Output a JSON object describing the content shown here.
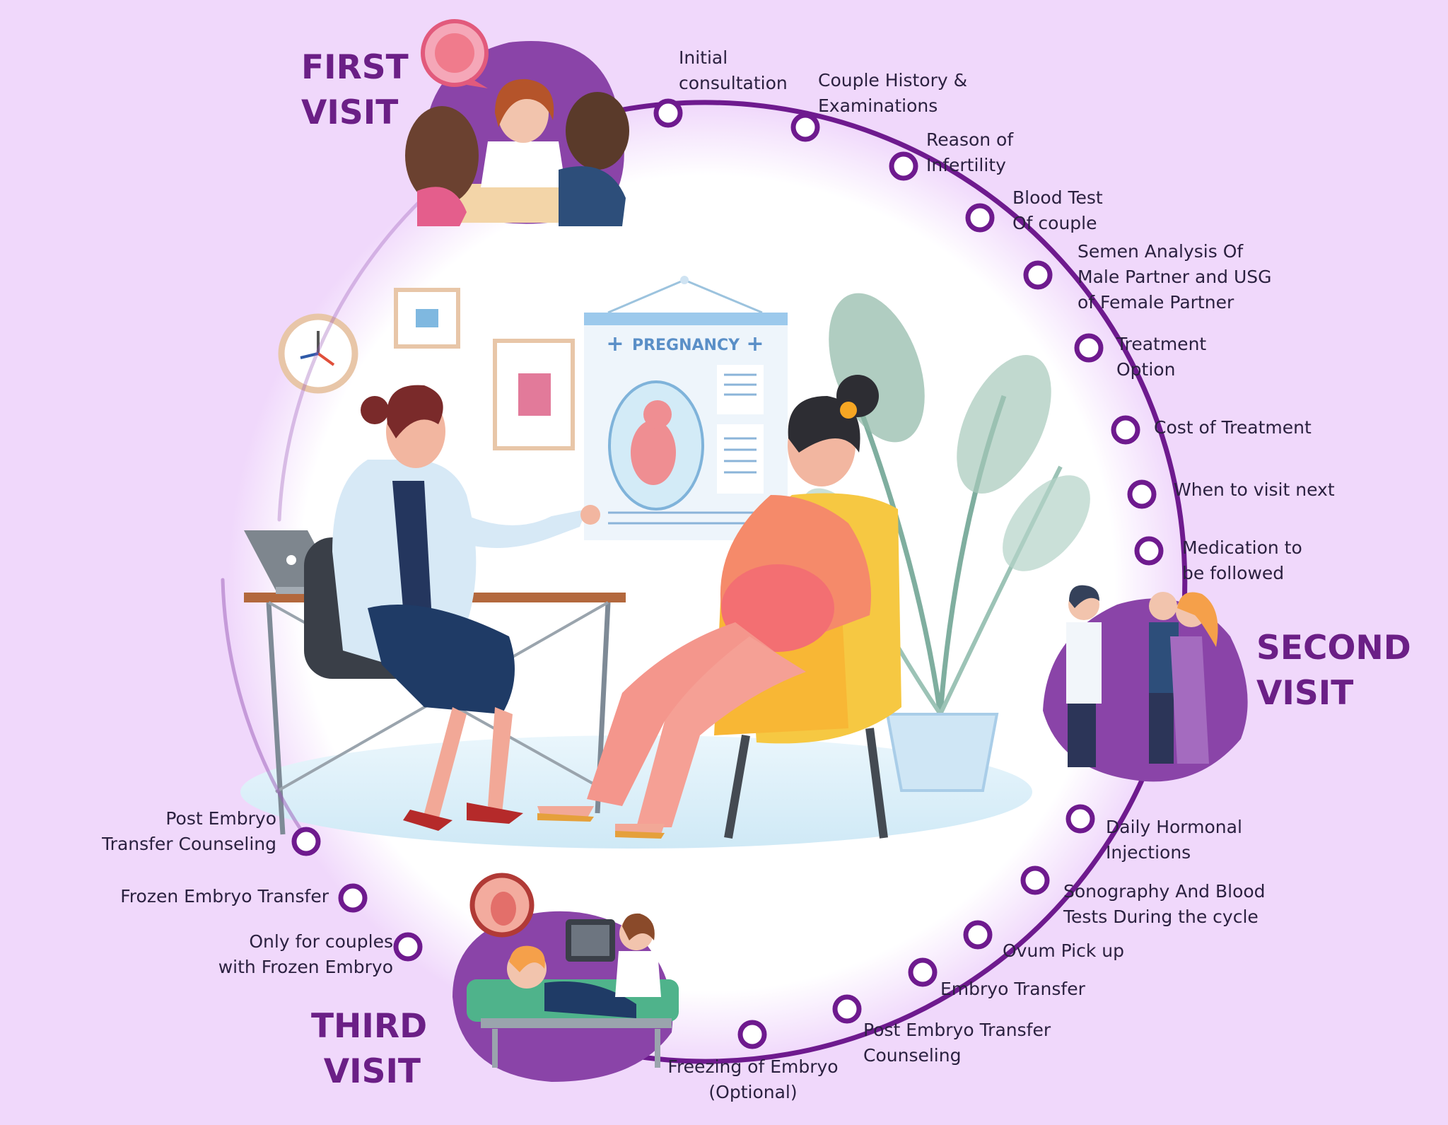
{
  "colors": {
    "background": "#f0d8fb",
    "ring": "#6e1a8e",
    "node_fill": "#ffffff",
    "visit_blob": "#8a44a8",
    "visit_title": "#6b1f86",
    "label_text": "#2b2140"
  },
  "visits": [
    {
      "id": "first",
      "title": "FIRST\nVISIT",
      "icon": "doctor-consultation-couple-icon"
    },
    {
      "id": "second",
      "title": "SECOND\nVISIT",
      "icon": "doctor-with-couple-icon"
    },
    {
      "id": "third",
      "title": "THIRD\nVISIT",
      "icon": "ultrasound-bed-icon"
    }
  ],
  "center_illustration": {
    "icon": "pregnancy-consultation-illustration",
    "poster_text": "PREGNANCY"
  },
  "steps": [
    {
      "label": "Initial\nconsultation",
      "visit": "first"
    },
    {
      "label": "Couple History &\nExaminations",
      "visit": "first"
    },
    {
      "label": "Reason of\nInfertility",
      "visit": "first"
    },
    {
      "label": "Blood Test\nOf couple",
      "visit": "first"
    },
    {
      "label": "Semen Analysis Of\nMale Partner and USG\nof Female Partner",
      "visit": "first"
    },
    {
      "label": "Treatment\nOption",
      "visit": "first"
    },
    {
      "label": "Cost of Treatment",
      "visit": "first"
    },
    {
      "label": "When to visit next",
      "visit": "first"
    },
    {
      "label": "Medication to\nbe followed",
      "visit": "first"
    },
    {
      "label": "Daily Hormonal\nInjections",
      "visit": "second"
    },
    {
      "label": "Sonography And Blood\nTests During the cycle",
      "visit": "second"
    },
    {
      "label": "Ovum Pick up",
      "visit": "second"
    },
    {
      "label": "Embryo Transfer",
      "visit": "second"
    },
    {
      "label": "Post Embryo Transfer\nCounseling",
      "visit": "second"
    },
    {
      "label": "Freezing of Embryo\n(Optional)",
      "visit": "second"
    },
    {
      "label": "Only for couples\nwith Frozen Embryo",
      "visit": "third"
    },
    {
      "label": "Frozen Embryo Transfer",
      "visit": "third"
    },
    {
      "label": "Post Embryo\nTransfer Counseling",
      "visit": "third"
    }
  ]
}
